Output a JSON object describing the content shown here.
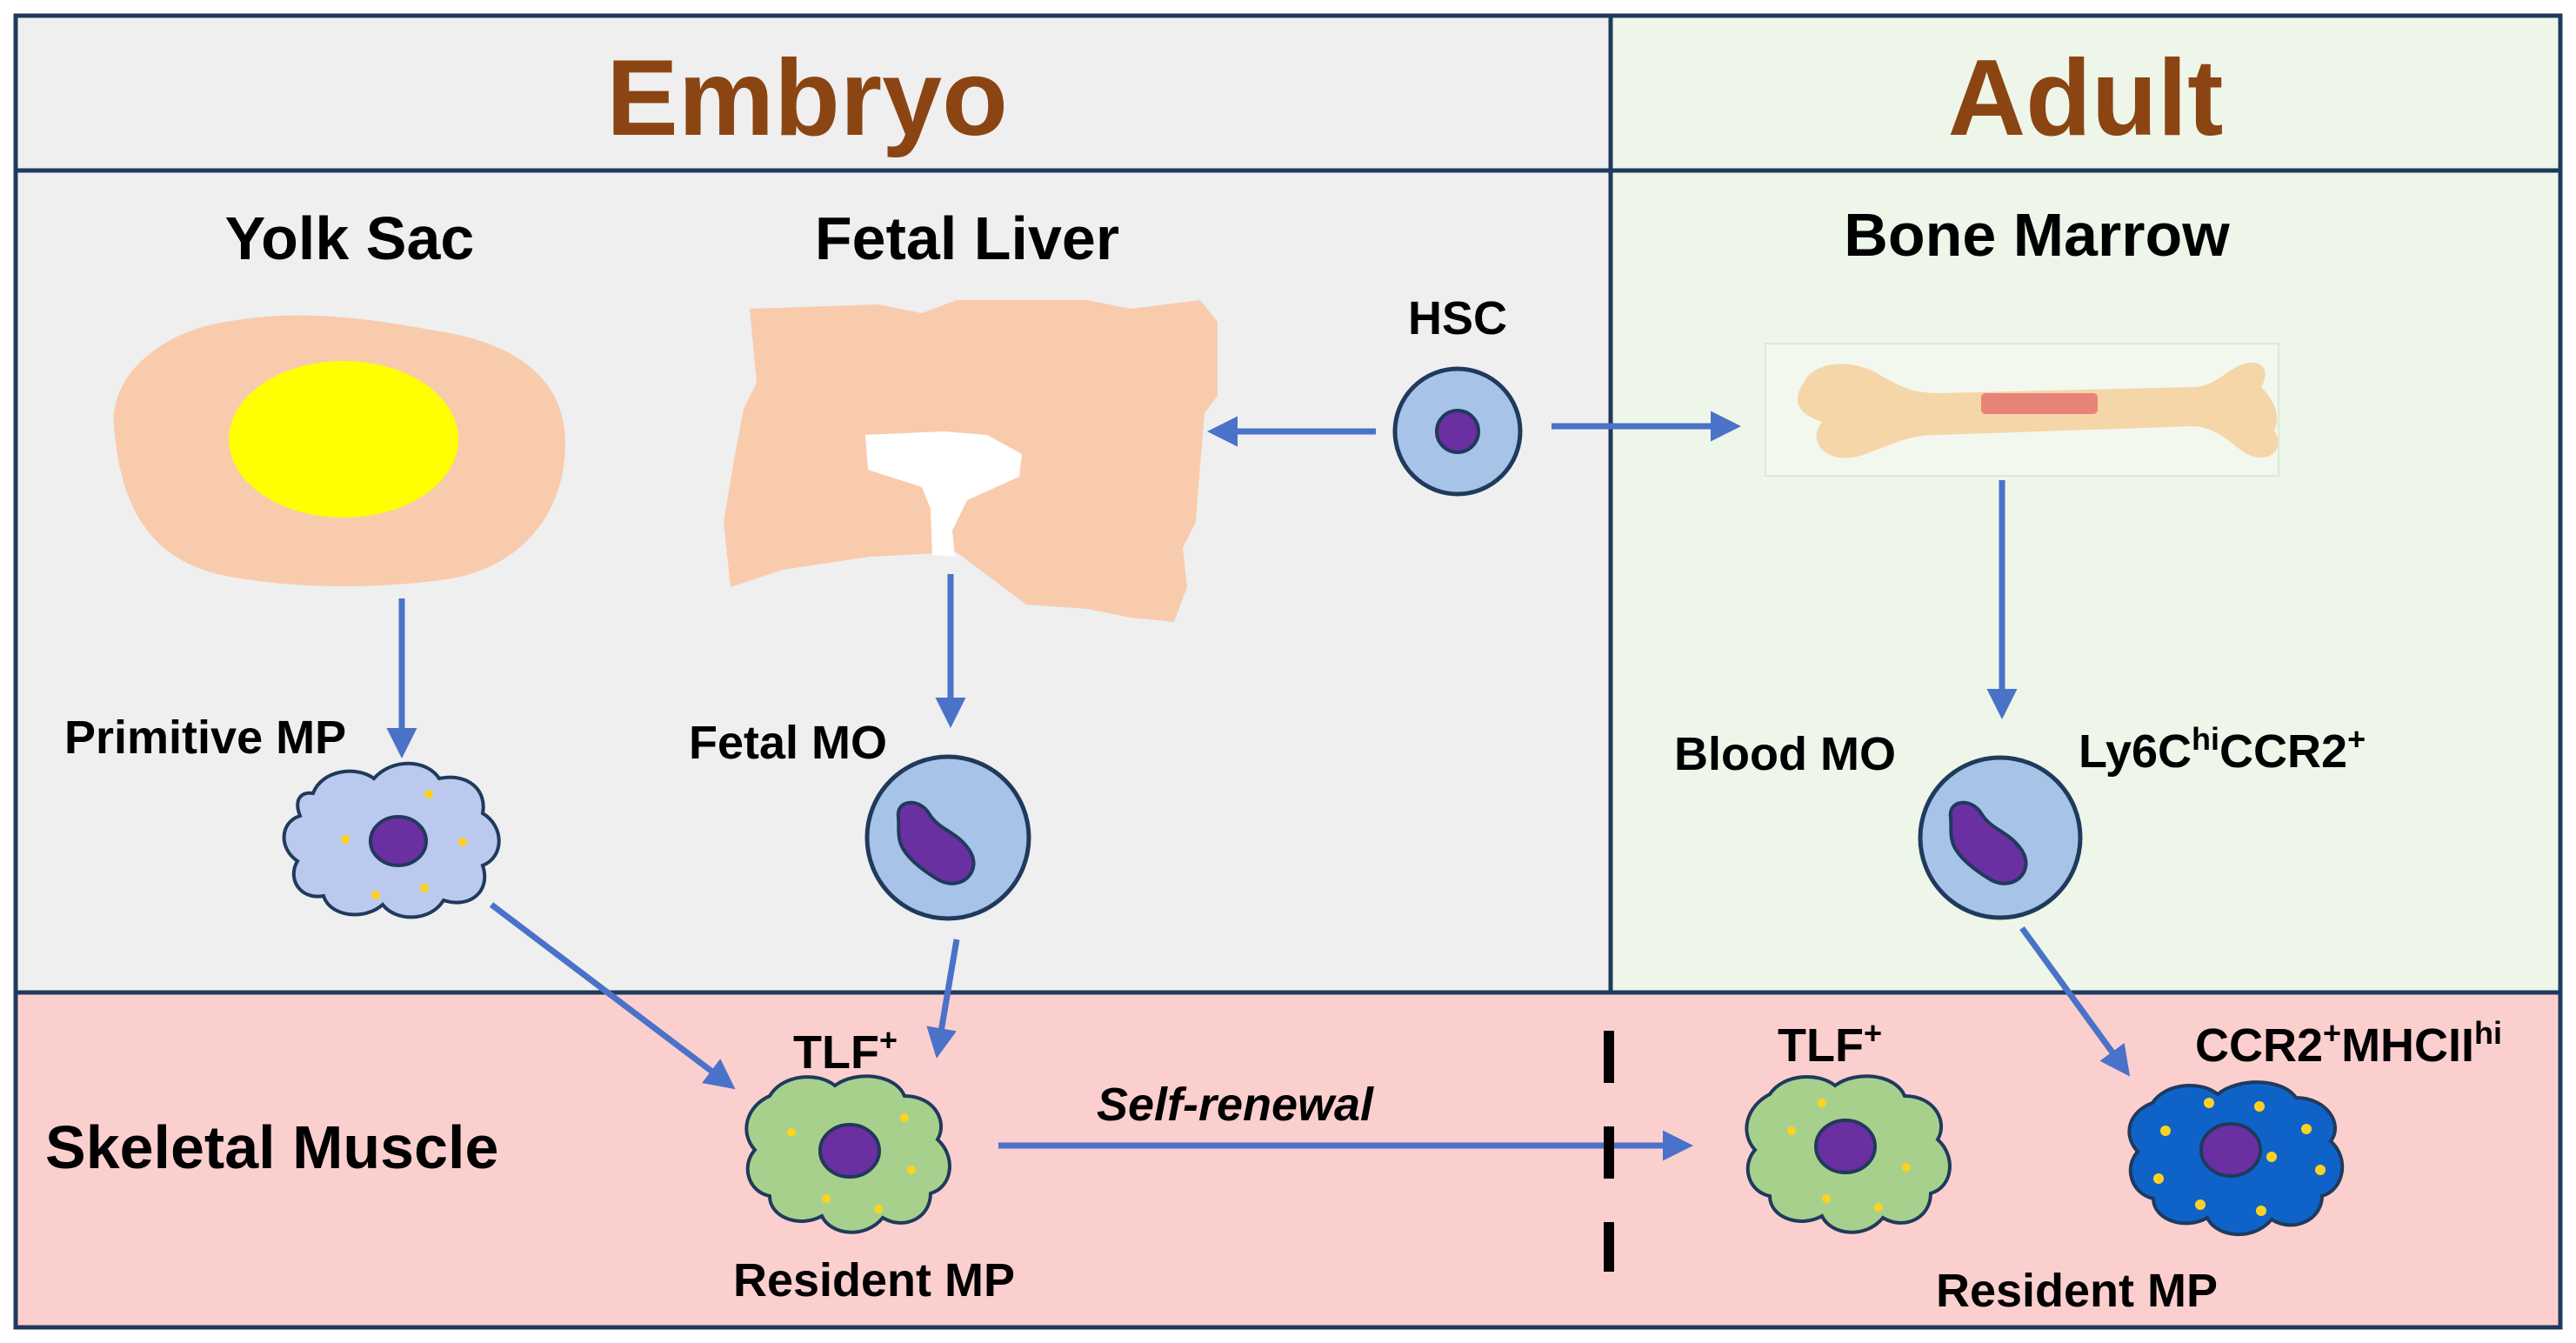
{
  "headers": {
    "embryo": "Embryo",
    "adult": "Adult"
  },
  "regions": {
    "yolk_sac": "Yolk Sac",
    "fetal_liver": "Fetal Liver",
    "bone_marrow": "Bone Marrow",
    "skeletal_muscle": "Skeletal Muscle"
  },
  "cells": {
    "hsc": "HSC",
    "primitive_mp": "Primitive MP",
    "fetal_mo": "Fetal MO",
    "blood_mo": "Blood MO",
    "ly6c_base": "Ly6C",
    "ly6c_sup": "hi",
    "ccr2_base": "CCR2",
    "ccr2_sup": "+",
    "tlf_left_base": "TLF",
    "tlf_left_sup": "+",
    "tlf_right_base": "TLF",
    "tlf_right_sup": "+",
    "ccr2mhc_ccr2": "CCR2",
    "ccr2mhc_plus": "+",
    "ccr2mhc_mhc": "MHCII",
    "ccr2mhc_hi": "hi",
    "resident_mp_left": "Resident MP",
    "resident_mp_right": "Resident MP"
  },
  "self_renewal": "Self-renewal",
  "colors": {
    "embryo_bg": "#efefef",
    "adult_bg": "#edf6e9",
    "muscle_bg": "#fccfcf",
    "header_text": "#8b4513",
    "border": "#1f3a5c",
    "arrow": "#4a72c8",
    "tissue": "#f9cbad",
    "yolk": "#ffff00",
    "bone": "#f5d6a8",
    "cell_blue": "#a7c4e8",
    "nucleus": "#6a2fa0",
    "green_cell": "#a8d08d",
    "dark_blue_cell": "#0f62c8",
    "granule": "#ffd21f",
    "primitive_cell": "#bcc9ef"
  }
}
